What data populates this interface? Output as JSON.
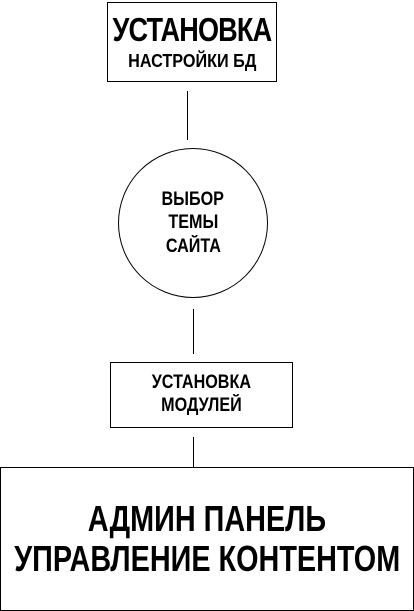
{
  "diagram": {
    "install_db": {
      "title": "УСТАНОВКА",
      "subtitle": "НАСТРОЙКИ БД"
    },
    "theme_choice": {
      "line1": "ВЫБОР",
      "line2": "ТЕМЫ",
      "line3": "САЙТА"
    },
    "install_modules": {
      "line1": "УСТАНОВКА",
      "line2": "МОДУЛЕЙ"
    },
    "admin_panel": {
      "line1": "АДМИН ПАНЕЛЬ",
      "line2": "УПРАВЛЕНИЕ КОНТЕНТОМ"
    }
  }
}
